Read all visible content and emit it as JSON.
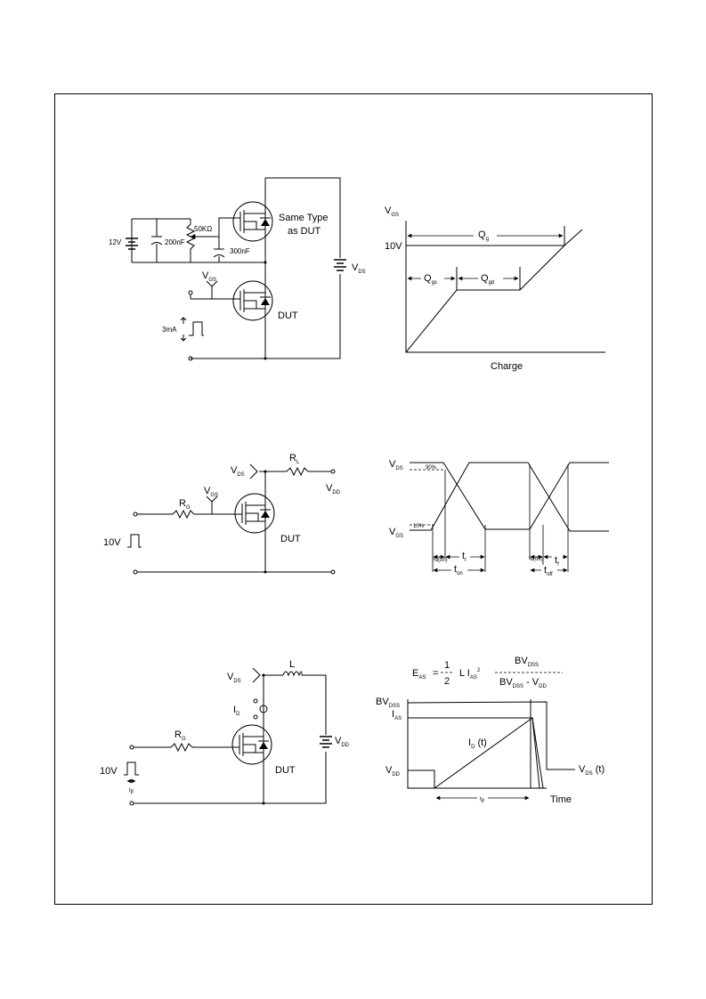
{
  "colors": {
    "ink": "#000000",
    "paper": "#ffffff"
  },
  "gate_charge_circuit": {
    "source_label": "12V",
    "cap1_label": "200nF",
    "pot_label": "50KΩ",
    "cap2_label": "300nF",
    "upper_fet_label_1": "Same Type",
    "upper_fet_label_2": "as DUT",
    "vds_label": "V",
    "vds_sub": "DS",
    "vgs_label": "V",
    "vgs_sub": "GS",
    "current_label": "3mA",
    "dut_label": "DUT"
  },
  "gate_charge_waveform": {
    "y_axis_label": "V",
    "y_axis_sub": "GS",
    "level_label": "10V",
    "qg_label": "Q",
    "qg_sub": "g",
    "qgs_label": "Q",
    "qgs_sub": "gs",
    "qgd_label": "Q",
    "qgd_sub": "gd",
    "x_axis_label": "Charge"
  },
  "switching_circuit": {
    "rl_label": "R",
    "rl_sub": "L",
    "vds_label": "V",
    "vds_sub": "DS",
    "vdd_label": "V",
    "vdd_sub": "DD",
    "vgs_label": "V",
    "vgs_sub": "GS",
    "rg_label": "R",
    "rg_sub": "G",
    "pulse_label": "10V",
    "dut_label": "DUT"
  },
  "switching_waveform": {
    "vds_label": "V",
    "vds_sub": "DS",
    "vgs_label": "V",
    "vgs_sub": "GS",
    "pct90": "90%",
    "pct10": "10%",
    "td_on_label": "t",
    "td_on_sub": "d(on)",
    "tr_label": "t",
    "tr_sub": "r",
    "ton_label": "t",
    "ton_sub": "on",
    "td_off_label": "t",
    "td_off_sub": "d(off)",
    "tf_label": "t",
    "tf_sub": "f",
    "toff_label": "t",
    "toff_sub": "off"
  },
  "avalanche_circuit": {
    "l_label": "L",
    "vds_label": "V",
    "vds_sub": "DS",
    "id_label": "I",
    "id_sub": "D",
    "rg_label": "R",
    "rg_sub": "G",
    "vdd_label": "V",
    "vdd_sub": "DD",
    "pulse_label": "10V",
    "tp_label": "t",
    "tp_sub": "p",
    "dut_label": "DUT"
  },
  "avalanche_waveform": {
    "eq_lhs": "E",
    "eq_lhs_sub": "AS",
    "eq_equals": "=",
    "eq_num": "1",
    "eq_den": "2",
    "eq_li": "L I",
    "eq_li_sub": "AS",
    "eq_li_sup": "2",
    "eq_bv": "BV",
    "eq_bv_sub": "DSS",
    "eq_den2_a": "BV",
    "eq_den2_a_sub": "DSS",
    "eq_den2_b": " - V",
    "eq_den2_b_sub": "DD",
    "bvdss_label": "BV",
    "bvdss_sub": "DSS",
    "ias_label": "I",
    "ias_sub": "AS",
    "idt_label": "I",
    "idt_sub": "D",
    "idt_arg": " (t)",
    "vdd_label": "V",
    "vdd_sub": "DD",
    "vdst_label": "V",
    "vdst_sub": "DS",
    "vdst_arg": " (t)",
    "tp_label": "t",
    "tp_sub": "p",
    "time_label": "Time"
  }
}
